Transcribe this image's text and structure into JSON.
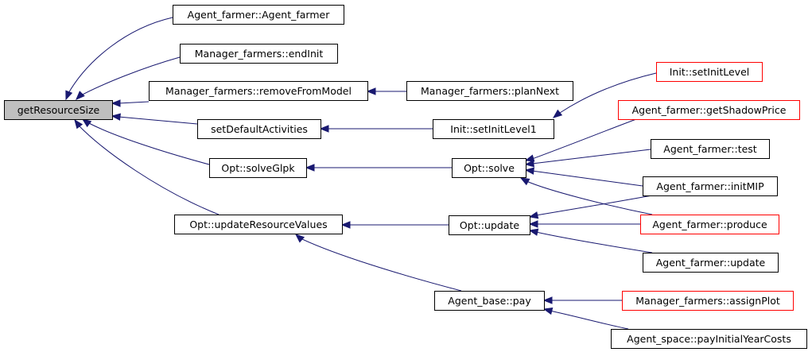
{
  "graph": {
    "colors": {
      "edge": "#191970",
      "root_fill": "#bfbfbf",
      "node_fill": "#ffffff",
      "node_border": "#000000",
      "truncated_border": "#ff0000"
    },
    "nodes": [
      {
        "id": "getResourceSize",
        "label": "getResourceSize",
        "style": "root"
      },
      {
        "id": "agentFarmerCtor",
        "label": "Agent_farmer::Agent_farmer",
        "style": "normal"
      },
      {
        "id": "endInit",
        "label": "Manager_farmers::endInit",
        "style": "normal"
      },
      {
        "id": "removeFromModel",
        "label": "Manager_farmers::removeFromModel",
        "style": "normal"
      },
      {
        "id": "planNext",
        "label": "Manager_farmers::planNext",
        "style": "normal"
      },
      {
        "id": "setDefaultActivities",
        "label": "setDefaultActivities",
        "style": "normal"
      },
      {
        "id": "setInitLevel1",
        "label": "Init::setInitLevel1",
        "style": "normal"
      },
      {
        "id": "setInitLevel",
        "label": "Init::setInitLevel",
        "style": "truncated"
      },
      {
        "id": "solveGlpk",
        "label": "Opt::solveGlpk",
        "style": "normal"
      },
      {
        "id": "optSolve",
        "label": "Opt::solve",
        "style": "normal"
      },
      {
        "id": "getShadowPrice",
        "label": "Agent_farmer::getShadowPrice",
        "style": "truncated"
      },
      {
        "id": "afTest",
        "label": "Agent_farmer::test",
        "style": "normal"
      },
      {
        "id": "initMIP",
        "label": "Agent_farmer::initMIP",
        "style": "normal"
      },
      {
        "id": "updateResourceValues",
        "label": "Opt::updateResourceValues",
        "style": "normal"
      },
      {
        "id": "optUpdate",
        "label": "Opt::update",
        "style": "normal"
      },
      {
        "id": "produce",
        "label": "Agent_farmer::produce",
        "style": "truncated"
      },
      {
        "id": "afUpdate",
        "label": "Agent_farmer::update",
        "style": "normal"
      },
      {
        "id": "pay",
        "label": "Agent_base::pay",
        "style": "normal"
      },
      {
        "id": "assignPlot",
        "label": "Manager_farmers::assignPlot",
        "style": "truncated"
      },
      {
        "id": "payInitialYearCosts",
        "label": "Agent_space::payInitialYearCosts",
        "style": "normal"
      }
    ],
    "edges": [
      {
        "from": "agentFarmerCtor",
        "to": "getResourceSize"
      },
      {
        "from": "endInit",
        "to": "getResourceSize"
      },
      {
        "from": "removeFromModel",
        "to": "getResourceSize"
      },
      {
        "from": "setDefaultActivities",
        "to": "getResourceSize"
      },
      {
        "from": "solveGlpk",
        "to": "getResourceSize"
      },
      {
        "from": "updateResourceValues",
        "to": "getResourceSize"
      },
      {
        "from": "planNext",
        "to": "removeFromModel"
      },
      {
        "from": "setInitLevel1",
        "to": "setDefaultActivities"
      },
      {
        "from": "setInitLevel",
        "to": "setInitLevel1"
      },
      {
        "from": "optSolve",
        "to": "solveGlpk"
      },
      {
        "from": "getShadowPrice",
        "to": "optSolve"
      },
      {
        "from": "afTest",
        "to": "optSolve"
      },
      {
        "from": "initMIP",
        "to": "optSolve"
      },
      {
        "from": "produce",
        "to": "optSolve"
      },
      {
        "from": "optUpdate",
        "to": "updateResourceValues"
      },
      {
        "from": "pay",
        "to": "updateResourceValues"
      },
      {
        "from": "initMIP",
        "to": "optUpdate"
      },
      {
        "from": "produce",
        "to": "optUpdate"
      },
      {
        "from": "afUpdate",
        "to": "optUpdate"
      },
      {
        "from": "assignPlot",
        "to": "pay"
      },
      {
        "from": "payInitialYearCosts",
        "to": "pay"
      }
    ]
  }
}
